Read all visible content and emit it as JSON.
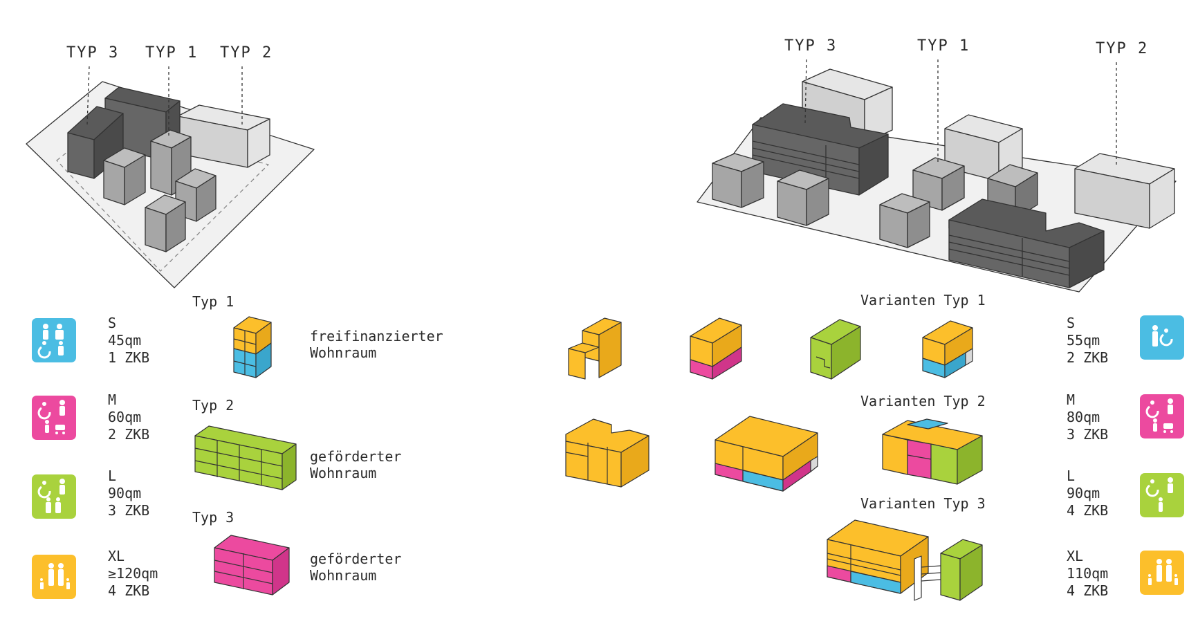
{
  "site_left": {
    "labels": [
      "TYP 3",
      "TYP 1",
      "TYP 2"
    ]
  },
  "site_right": {
    "labels": [
      "TYP 3",
      "TYP 1",
      "TYP 2"
    ]
  },
  "types": {
    "typ1": {
      "title": "Typ 1",
      "desc_line1": "freifinanzierter",
      "desc_line2": "Wohnraum"
    },
    "typ2": {
      "title": "Typ 2",
      "desc_line1": "geförderter",
      "desc_line2": "Wohnraum"
    },
    "typ3": {
      "title": "Typ 3",
      "desc_line1": "geförderter",
      "desc_line2": "Wohnraum"
    }
  },
  "variants": {
    "v1": "Varianten Typ 1",
    "v2": "Varianten Typ 2",
    "v3": "Varianten Typ 3"
  },
  "legend_left": [
    {
      "size": "S",
      "area": "45qm",
      "rooms": "1 ZKB",
      "color": "#4bbde3"
    },
    {
      "size": "M",
      "area": "60qm",
      "rooms": "2 ZKB",
      "color": "#ec4a9f"
    },
    {
      "size": "L",
      "area": "90qm",
      "rooms": "3 ZKB",
      "color": "#a9d23d"
    },
    {
      "size": "XL",
      "area": "≥120qm",
      "rooms": "4 ZKB",
      "color": "#fcbf2b"
    }
  ],
  "legend_right": [
    {
      "size": "S",
      "area": "55qm",
      "rooms": "2 ZKB",
      "color": "#4bbde3"
    },
    {
      "size": "M",
      "area": "80qm",
      "rooms": "3 ZKB",
      "color": "#ec4a9f"
    },
    {
      "size": "L",
      "area": "90qm",
      "rooms": "4 ZKB",
      "color": "#a9d23d"
    },
    {
      "size": "XL",
      "area": "110qm",
      "rooms": "4 ZKB",
      "color": "#fcbf2b"
    }
  ],
  "colors": {
    "yellow": "#fcbf2b",
    "pink": "#ec4a9f",
    "green": "#a9d23d",
    "cyan": "#4bbde3",
    "dark_grey": "#6b6b6b",
    "mid_grey": "#a8a8a8",
    "light_grey": "#d9d9d9"
  }
}
